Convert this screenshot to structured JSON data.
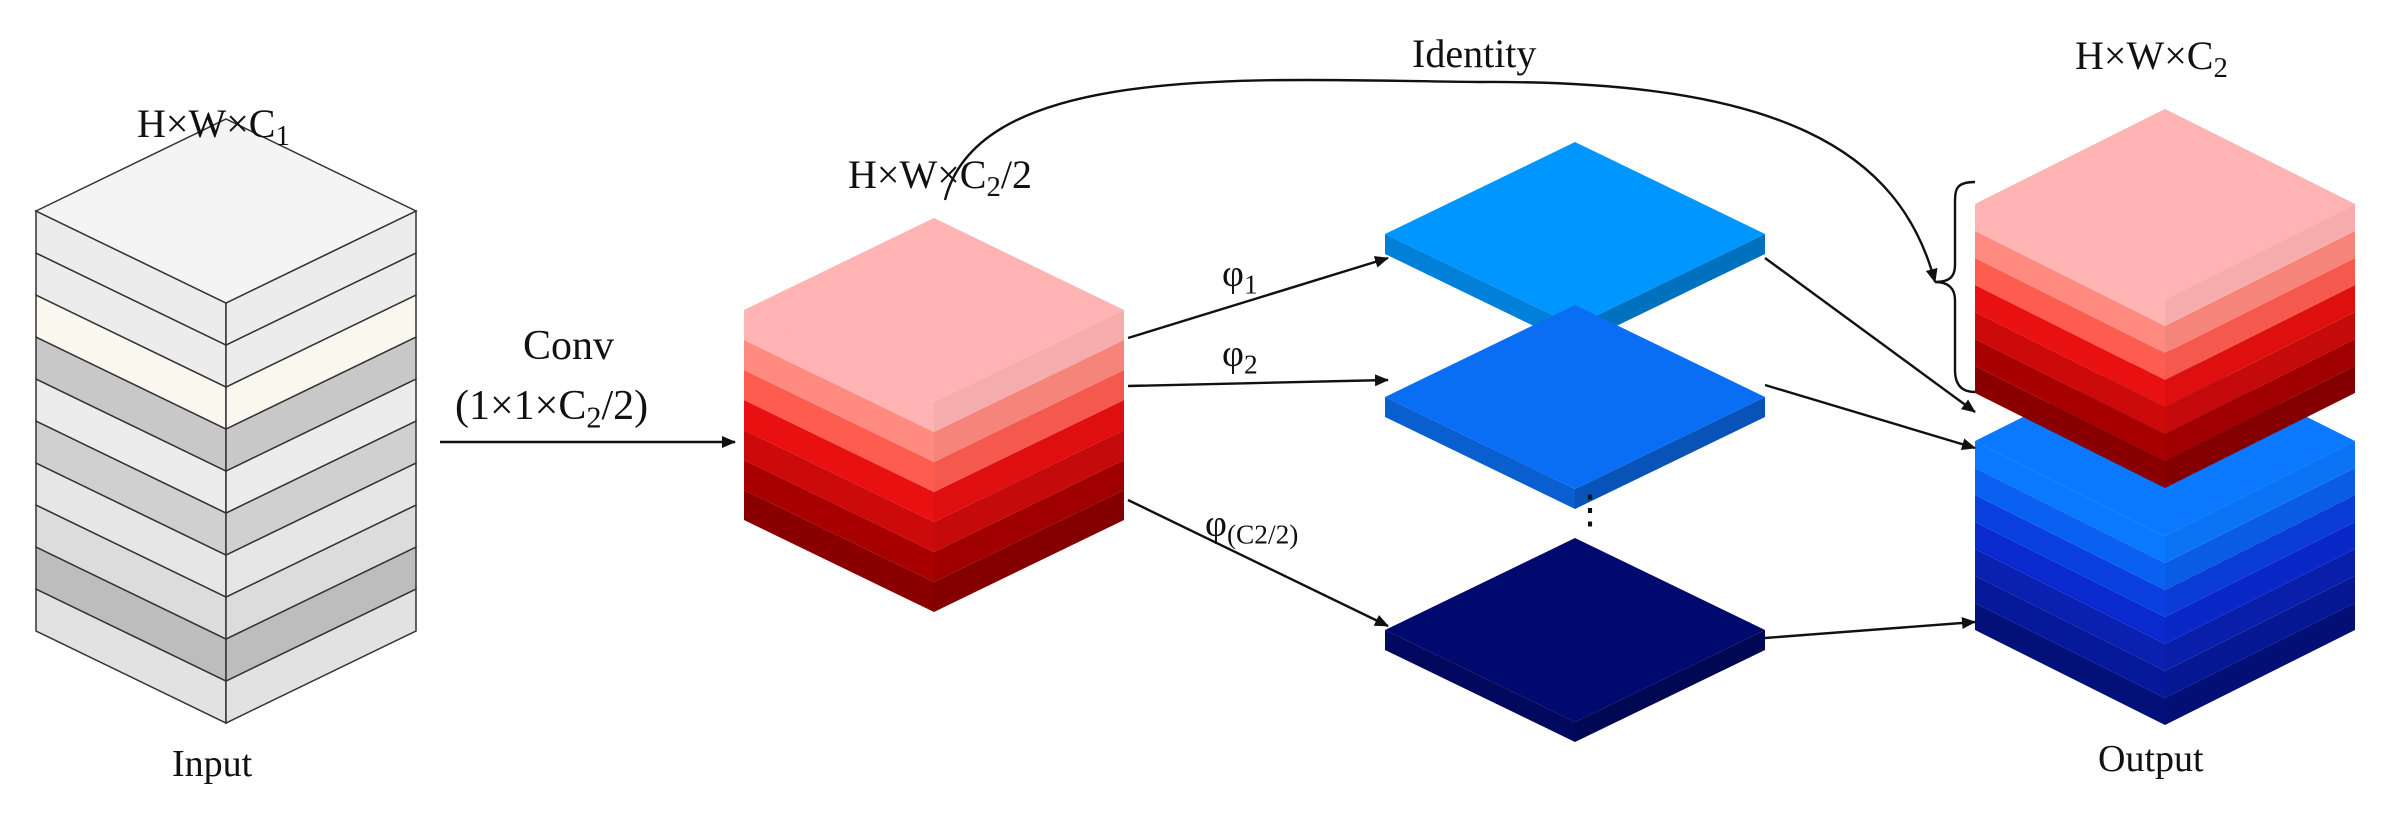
{
  "labels": {
    "input_dims": "H×W×C",
    "input_dims_sub": "1",
    "input": "Input",
    "conv": "Conv",
    "conv_params_open": "(1×1×C",
    "conv_params_sub": "2",
    "conv_params_close": "/2)",
    "mid_dims": "H×W×C",
    "mid_dims_sub": "2",
    "mid_dims_tail": "/2",
    "identity": "Identity",
    "phi1": "φ",
    "phi1_sub": "1",
    "phi2": "φ",
    "phi2_sub": "2",
    "phin": "φ",
    "phin_sub": "(C2/2)",
    "ellipsis": "⋮",
    "output_dims": "H×W×C",
    "output_dims_sub": "2",
    "output": "Output"
  },
  "colors": {
    "input_layers": [
      "#ececec",
      "#ececec",
      "#faf7ee",
      "#c8c8c8",
      "#ececec",
      "#d0d0d0",
      "#e6e6e6",
      "#dcdcdc",
      "#bdbdbd",
      "#e2e2e2"
    ],
    "red_layers": [
      "#ffb3b3",
      "#ff8a80",
      "#ff5c50",
      "#e81010",
      "#cc0a0a",
      "#a80000",
      "#8a0000"
    ],
    "blue_planes": [
      "#0096ff",
      "#0a6ef5",
      "#000a6e"
    ],
    "output_blue_layers": [
      "#0a78ff",
      "#0a60f0",
      "#0a40e0",
      "#0a2ad0",
      "#0a20b0",
      "#06189a",
      "#04107a"
    ]
  }
}
